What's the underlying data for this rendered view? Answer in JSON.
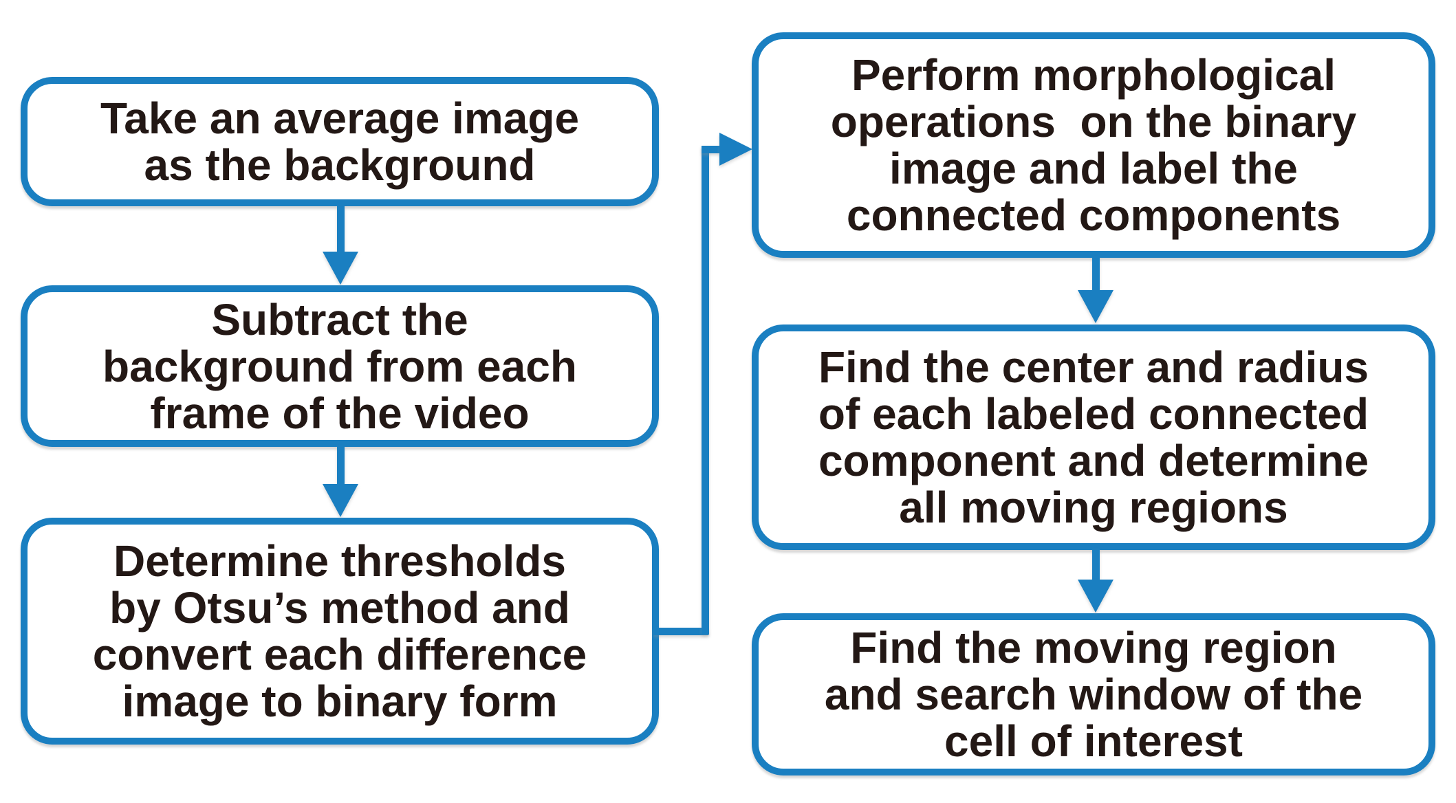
{
  "diagram": {
    "type": "flowchart",
    "background_color": "#ffffff",
    "accent_color": "#1a7fc1",
    "text_color": "#231815",
    "nodes": [
      {
        "id": "step-1",
        "text": "Take an average image\nas the background"
      },
      {
        "id": "step-2",
        "text": "Subtract the\nbackground from each\nframe of the video"
      },
      {
        "id": "step-3",
        "text": "Determine thresholds\nby Otsu’s method and\nconvert each difference\nimage to binary form"
      },
      {
        "id": "step-4",
        "text": "Perform morphological\noperations  on the binary\nimage and label the\nconnected components"
      },
      {
        "id": "step-5",
        "text": "Find the center and radius\nof each labeled connected\ncomponent and determine\nall moving regions"
      },
      {
        "id": "step-6",
        "text": "Find the moving region\nand search window of the\ncell of interest"
      }
    ],
    "edges": [
      {
        "from": "step-1",
        "to": "step-2",
        "shape": "straight-down-arrow"
      },
      {
        "from": "step-2",
        "to": "step-3",
        "shape": "straight-down-arrow"
      },
      {
        "from": "step-3",
        "to": "step-4",
        "shape": "elbow-right-up-right-arrow"
      },
      {
        "from": "step-4",
        "to": "step-5",
        "shape": "straight-down-arrow"
      },
      {
        "from": "step-5",
        "to": "step-6",
        "shape": "straight-down-arrow"
      }
    ]
  }
}
